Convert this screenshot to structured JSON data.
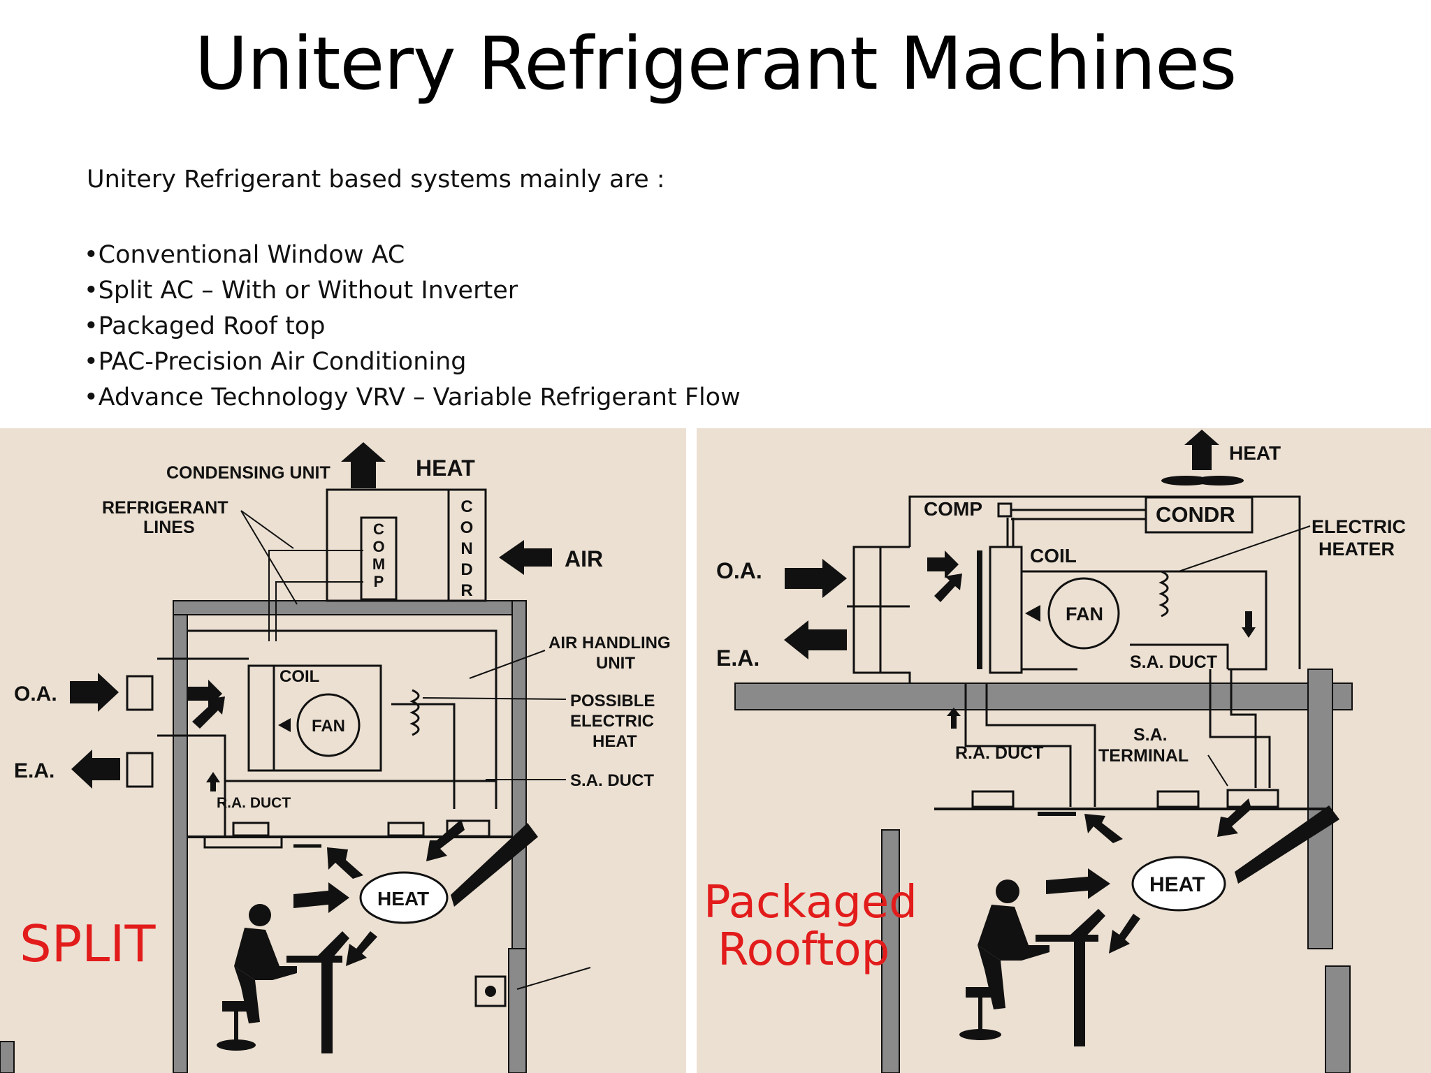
{
  "slide": {
    "title": "Unitery Refrigerant Machines",
    "intro": "Unitery Refrigerant based systems mainly are :",
    "bullets": [
      "•Conventional Window AC",
      "•Split AC – With or Without Inverter",
      "•Packaged Roof top",
      "•PAC-Precision Air Conditioning",
      "•Advance Technology VRV – Variable Refrigerant Flow"
    ]
  },
  "split": {
    "caption": "SPLIT",
    "labels": {
      "condensing_unit": "CONDENSING UNIT",
      "heat_top": "HEAT",
      "refrigerant_1": "REFRIGERANT",
      "refrigerant_2": "LINES",
      "comp": [
        "C",
        "O",
        "M",
        "P"
      ],
      "condr": [
        "C",
        "O",
        "N",
        "D",
        "R"
      ],
      "air": "AIR",
      "ahu_1": "AIR HANDLING",
      "ahu_2": "UNIT",
      "oa": "O.A.",
      "ea": "E.A.",
      "coil": "COIL",
      "fan": "FAN",
      "peh_1": "POSSIBLE",
      "peh_2": "ELECTRIC",
      "peh_3": "HEAT",
      "sa_duct": "S.A. DUCT",
      "ra_duct": "R.A. DUCT",
      "heat_room": "HEAT"
    }
  },
  "rooftop": {
    "caption_1": "Packaged",
    "caption_2": "Rooftop",
    "labels": {
      "heat_top": "HEAT",
      "comp": "COMP",
      "condr": "CONDR",
      "eh_1": "ELECTRIC",
      "eh_2": "HEATER",
      "oa": "O.A.",
      "coil": "COIL",
      "fan": "FAN",
      "ea": "E.A.",
      "sa_duct": "S.A. DUCT",
      "ra_duct": "R.A. DUCT",
      "sat_1": "S.A.",
      "sat_2": "TERMINAL",
      "heat_room": "HEAT"
    }
  },
  "colors": {
    "panel_bg": "#ece0d2",
    "wall": "#808080",
    "caption_red": "#e21b1b"
  }
}
